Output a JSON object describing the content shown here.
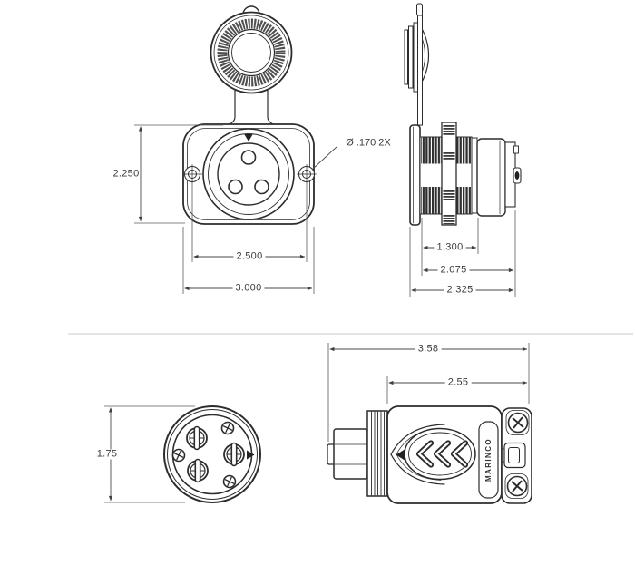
{
  "colors": {
    "line": "#2c2c2c",
    "dim_text": "#3b3b3b",
    "thread_dark": "#303030",
    "knurl_ring": "#4f4f4f",
    "divider": "#e4e4e4"
  },
  "views": {
    "receptacle_front": {
      "height_dim": "2.250",
      "mount_hole_spacing_dim": "2.500",
      "overall_width_dim": "3.000",
      "mount_hole_note": "Ø .170 2X"
    },
    "receptacle_side": {
      "thread_length_dim": "1.300",
      "rear_depth_dim": "2.075",
      "overall_depth_dim": "2.325"
    },
    "plug_front": {
      "face_diameter_dim": "1.75"
    },
    "plug_side": {
      "overall_length_dim": "3.58",
      "body_length_dim": "2.55",
      "brand": "MARINCO"
    }
  }
}
